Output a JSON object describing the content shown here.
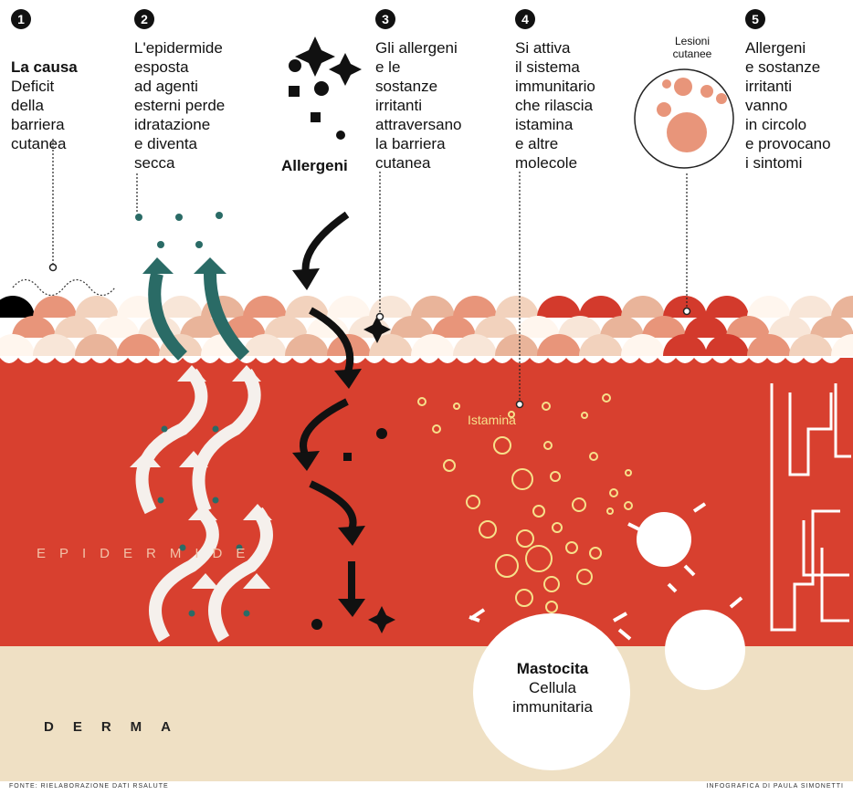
{
  "steps": [
    {
      "number": "1",
      "title": "La causa",
      "text": "Deficit\ndella\nbarriera\ncutanea"
    },
    {
      "number": "2",
      "text": "L'epidermide\nesposta\nad agenti\nesterni perde\nidratazione\ne diventa\nsecca"
    },
    {
      "number": "3",
      "text": "Gli allergeni\ne le\nsostanze\nirritanti\nattraversano\nla barriera\ncutanea"
    },
    {
      "number": "4",
      "text": "Si attiva\nil sistema\nimmunitario\nche rilascia\nistamina\ne altre\nmolecole"
    },
    {
      "number": "5",
      "text": "Allergeni\ne sostanze\nirritanti\nvanno\nin circolo\ne provocano\ni sintomi"
    }
  ],
  "labels": {
    "allergeni": "Allergeni",
    "lesioni": "Lesioni\ncutanee",
    "istamina": "Istamina",
    "epidermide": "EPIDERMIDE",
    "derma": "DERMA",
    "mastocita_title": "Mastocita",
    "mastocita_sub": "Cellula\nimmunitaria"
  },
  "footer": {
    "source": "FONTE: RIELABORAZIONE DATI RSALUTE",
    "credit": "INFOGRAFICA DI PAULA SIMONETTI"
  },
  "colors": {
    "epidermis": "#d8402f",
    "dermis": "#efe0c4",
    "scale_pale": "#f2d2bd",
    "scale_salmon": "#e8957a",
    "scale_red": "#d33a2c",
    "water_arrow": "#2a6b66",
    "histamine": "#f7e08a",
    "allergen": "#111111"
  }
}
